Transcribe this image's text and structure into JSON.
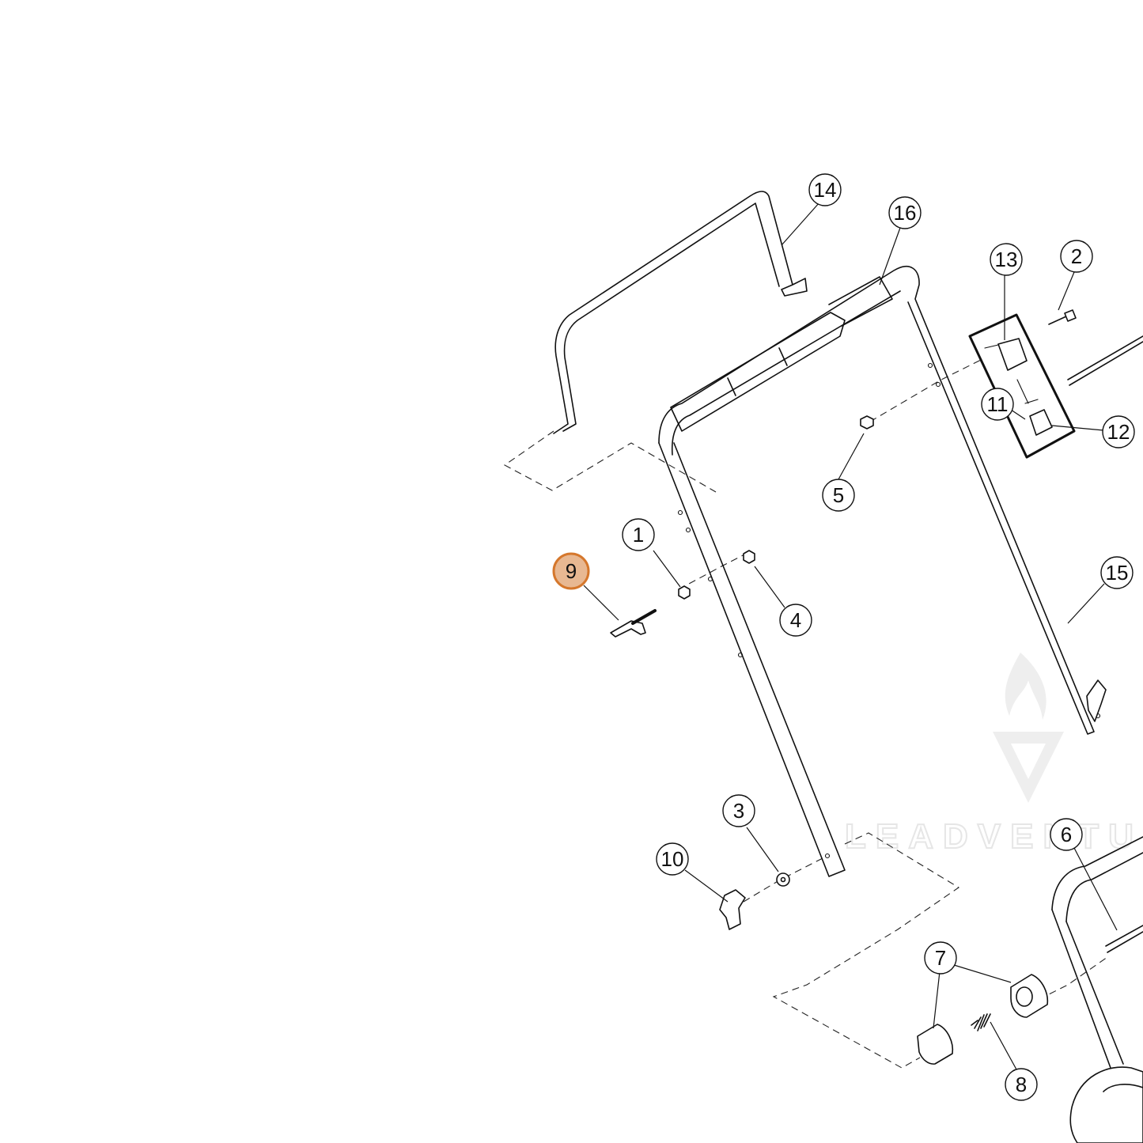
{
  "diagram": {
    "highlight_color": "#e8b892",
    "highlight_stroke": "#d5772c",
    "highlighted_part": "9",
    "callouts": [
      {
        "label": "1"
      },
      {
        "label": "2"
      },
      {
        "label": "3"
      },
      {
        "label": "4"
      },
      {
        "label": "5"
      },
      {
        "label": "6"
      },
      {
        "label": "7"
      },
      {
        "label": "8"
      },
      {
        "label": "9"
      },
      {
        "label": "10"
      },
      {
        "label": "11"
      },
      {
        "label": "12"
      },
      {
        "label": "13"
      },
      {
        "label": "14"
      },
      {
        "label": "15"
      },
      {
        "label": "16"
      }
    ]
  },
  "watermark": {
    "text": "LEADVENTU"
  }
}
